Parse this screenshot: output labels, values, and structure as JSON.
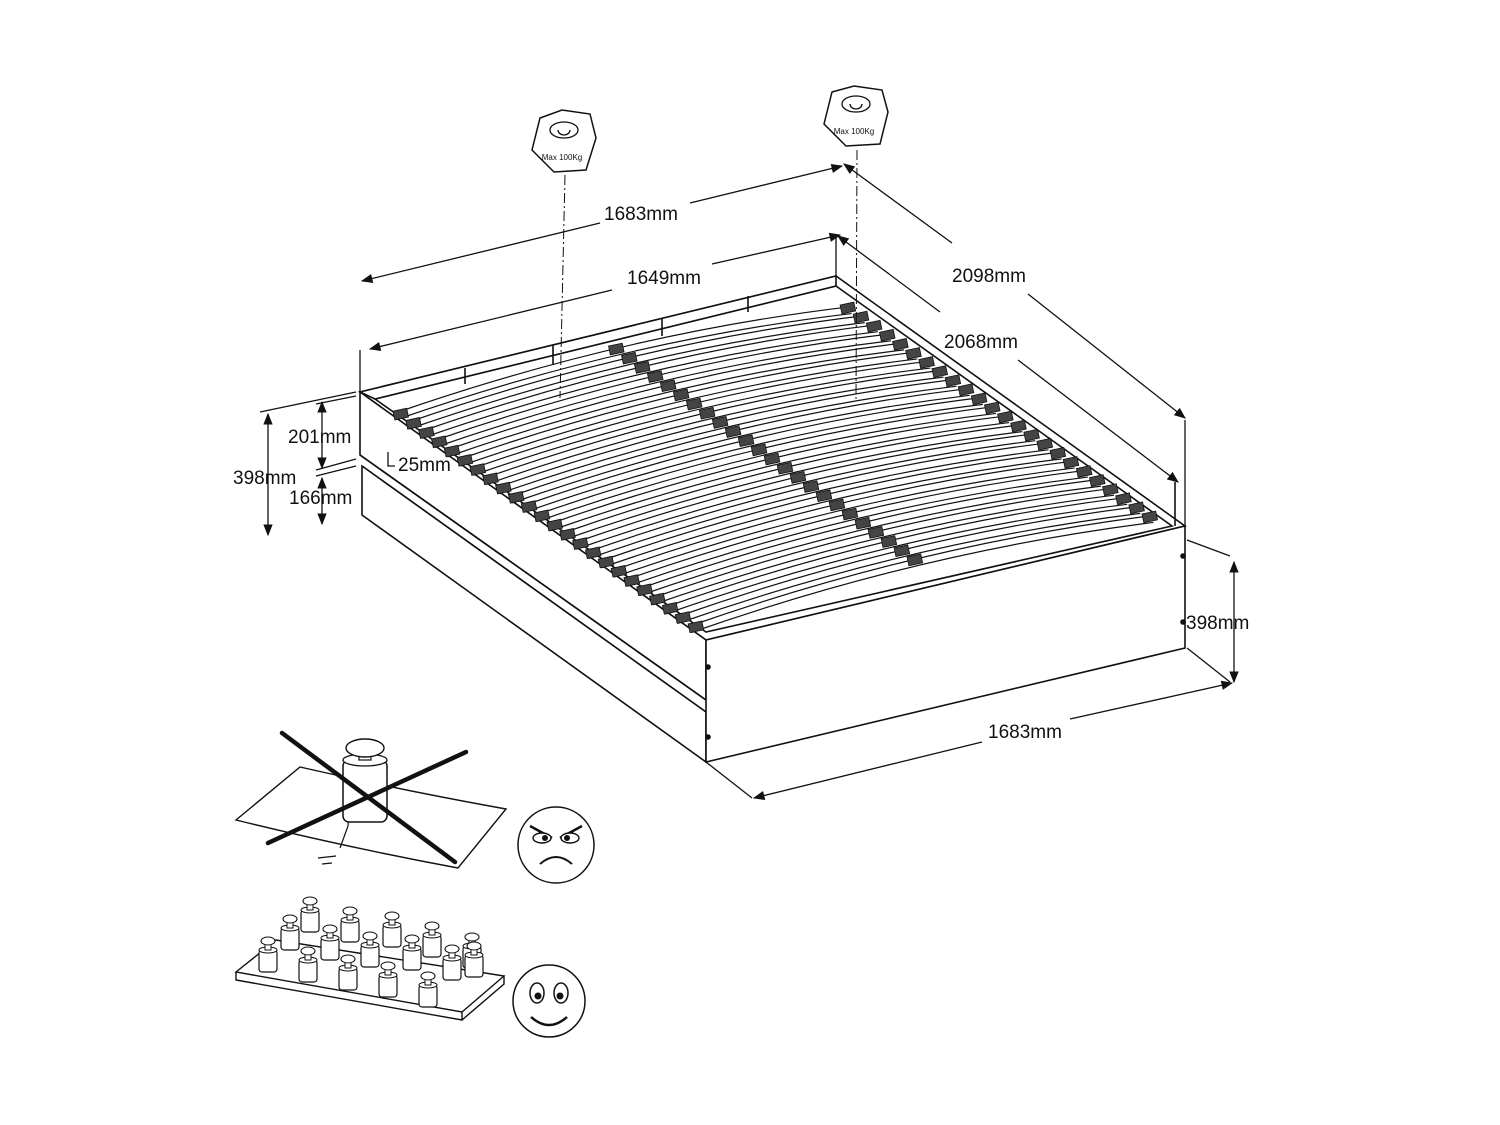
{
  "dimensions": {
    "top_outer_width": "1683mm",
    "top_inner_width": "1649mm",
    "outer_length": "2098mm",
    "inner_length": "2068mm",
    "total_height_left": "398mm",
    "upper_height": "201mm",
    "gap": "25mm",
    "lower_height": "166mm",
    "total_height_right": "398mm",
    "bottom_width": "1683mm"
  },
  "weights": {
    "left_label": "Max 100Kg",
    "right_label": "Max 100Kg"
  },
  "icons": {
    "wrong_usage": "concentrated-load-crossed-icon",
    "angry_face": "angry-face-icon",
    "right_usage": "distributed-load-icon",
    "happy_face": "happy-face-icon"
  },
  "colors": {
    "line": "#111111",
    "slat_cap": "#333333",
    "background": "#ffffff"
  }
}
